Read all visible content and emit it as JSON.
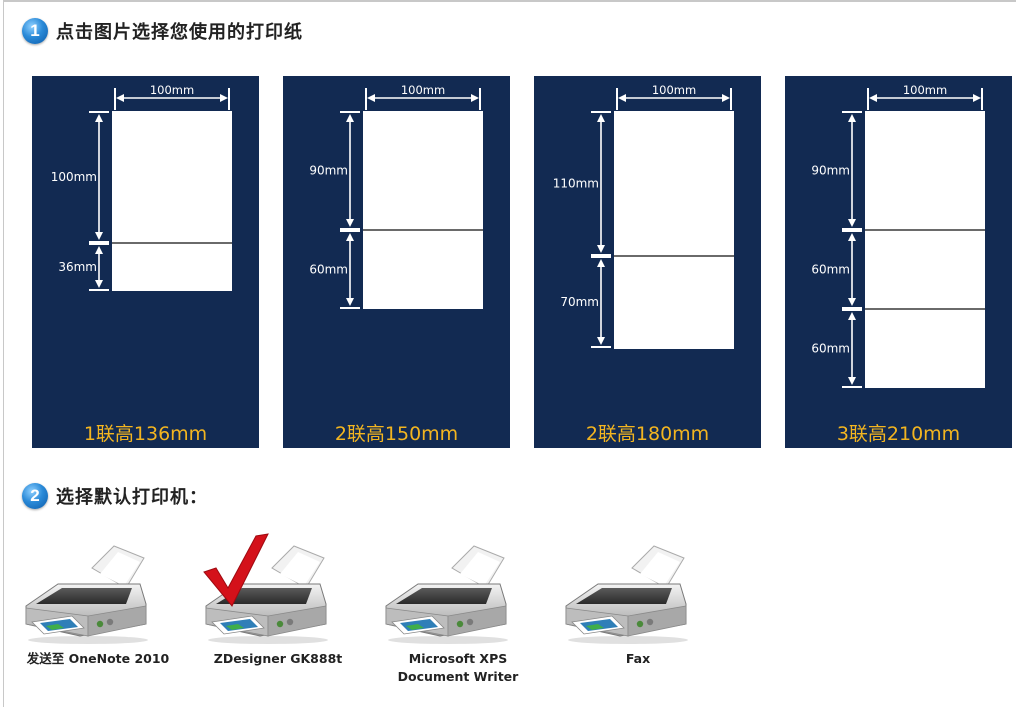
{
  "step1": {
    "number": "1",
    "title": "点击图片选择您使用的打印纸"
  },
  "step2": {
    "number": "2",
    "title": "选择默认打印机："
  },
  "papers": [
    {
      "width_label": "100mm",
      "sections": [
        {
          "label": "100mm",
          "mm": 100
        },
        {
          "label": "36mm",
          "mm": 36
        }
      ],
      "caption": "1联高136mm"
    },
    {
      "width_label": "100mm",
      "sections": [
        {
          "label": "90mm",
          "mm": 90
        },
        {
          "label": "60mm",
          "mm": 60
        }
      ],
      "caption": "2联高150mm"
    },
    {
      "width_label": "100mm",
      "sections": [
        {
          "label": "110mm",
          "mm": 110
        },
        {
          "label": "70mm",
          "mm": 70
        }
      ],
      "caption": "2联高180mm"
    },
    {
      "width_label": "100mm",
      "sections": [
        {
          "label": "90mm",
          "mm": 90
        },
        {
          "label": "60mm",
          "mm": 60
        },
        {
          "label": "60mm",
          "mm": 60
        }
      ],
      "caption": "3联高210mm"
    }
  ],
  "printers": [
    {
      "label_lines": [
        "发送至 OneNote 2010"
      ],
      "selected": false
    },
    {
      "label_lines": [
        "ZDesigner GK888t"
      ],
      "selected": true
    },
    {
      "label_lines": [
        "Microsoft XPS",
        "Document Writer"
      ],
      "selected": false
    },
    {
      "label_lines": [
        "Fax"
      ],
      "selected": false
    }
  ],
  "colors": {
    "card_bg": "#122a52",
    "caption": "#f3b520",
    "check": "#d4111a",
    "badge": "#1a7fd4"
  },
  "icons": {
    "step_badge": "circle-number-icon",
    "printer": "printer-icon",
    "selected": "checkmark-icon"
  }
}
